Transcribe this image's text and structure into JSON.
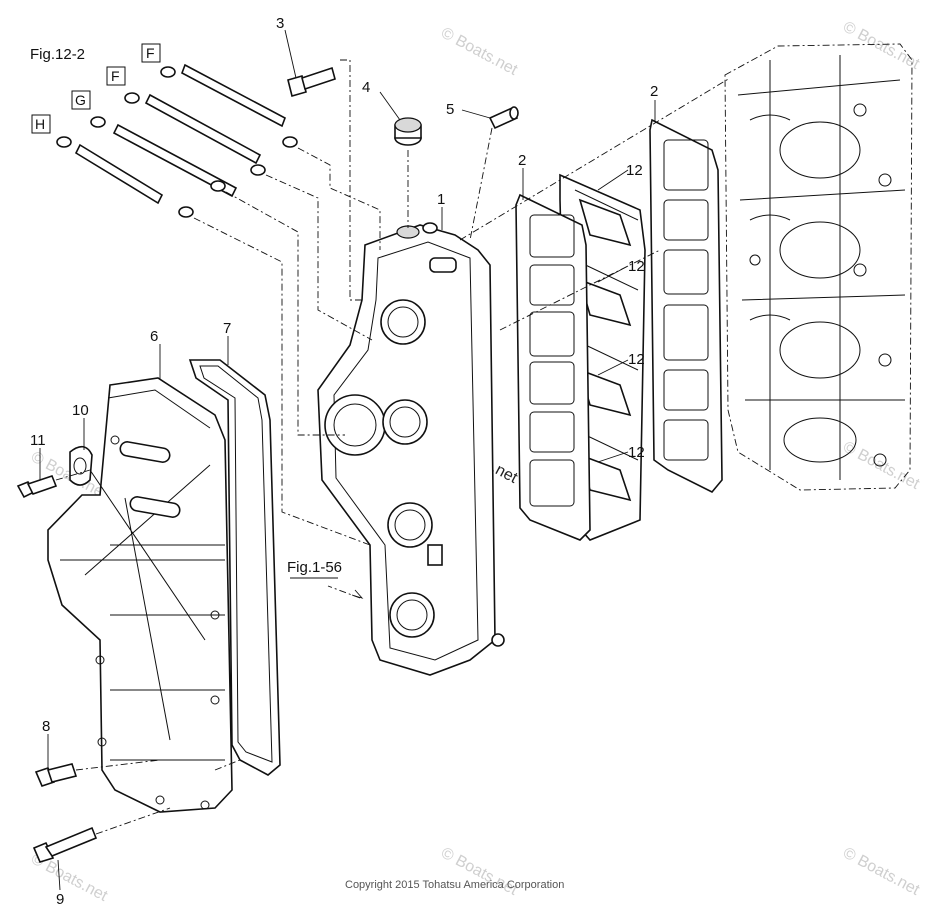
{
  "figure_ref": "Fig.12-2",
  "cross_ref": "Fig.1-56",
  "hose_groups": [
    "F",
    "F",
    "G",
    "H"
  ],
  "callouts": [
    "1",
    "2",
    "2",
    "3",
    "4",
    "5",
    "6",
    "7",
    "8",
    "9",
    "10",
    "11",
    "12",
    "12",
    "12",
    "12"
  ],
  "watermark": "© Boats.net",
  "copyright": "Copyright 2015 Tohatsu America Corporation",
  "colors": {
    "line": "#111111",
    "watermark": "#cfcfcf",
    "background": "#ffffff"
  }
}
